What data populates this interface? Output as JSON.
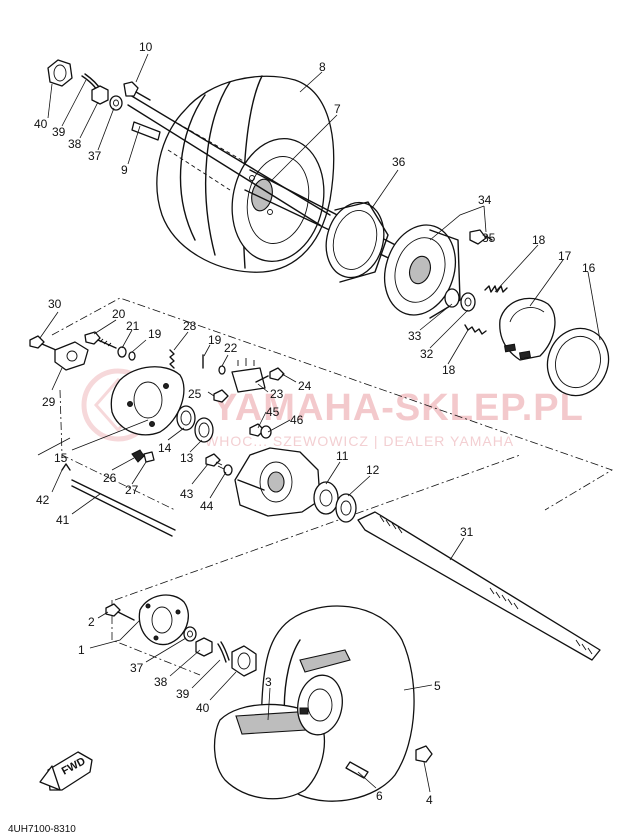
{
  "diagram": {
    "drawing_code": "4UH7100-8310",
    "direction_badge": "FWD",
    "watermark": {
      "brand": "YAMAHA-SKLEP.PL",
      "subtitle": "WHOC... SZEWOWICZ | DEALER YAMAHA"
    },
    "callouts": [
      {
        "id": "c10",
        "label": "10"
      },
      {
        "id": "c8",
        "label": "8"
      },
      {
        "id": "c40a",
        "label": "40"
      },
      {
        "id": "c39a",
        "label": "39"
      },
      {
        "id": "c38a",
        "label": "38"
      },
      {
        "id": "c37a",
        "label": "37"
      },
      {
        "id": "c9",
        "label": "9"
      },
      {
        "id": "c7",
        "label": "7"
      },
      {
        "id": "c36",
        "label": "36"
      },
      {
        "id": "c34",
        "label": "34"
      },
      {
        "id": "c35",
        "label": "35"
      },
      {
        "id": "c18a",
        "label": "18"
      },
      {
        "id": "c17",
        "label": "17"
      },
      {
        "id": "c16",
        "label": "16"
      },
      {
        "id": "c33",
        "label": "33"
      },
      {
        "id": "c32",
        "label": "32"
      },
      {
        "id": "c18b",
        "label": "18"
      },
      {
        "id": "c30",
        "label": "30"
      },
      {
        "id": "c20",
        "label": "20"
      },
      {
        "id": "c21",
        "label": "21"
      },
      {
        "id": "c19a",
        "label": "19"
      },
      {
        "id": "c28",
        "label": "28"
      },
      {
        "id": "c19b",
        "label": "19"
      },
      {
        "id": "c22",
        "label": "22"
      },
      {
        "id": "c29",
        "label": "29"
      },
      {
        "id": "c25",
        "label": "25"
      },
      {
        "id": "c23",
        "label": "23"
      },
      {
        "id": "c24",
        "label": "24"
      },
      {
        "id": "c45",
        "label": "45"
      },
      {
        "id": "c46",
        "label": "46"
      },
      {
        "id": "c15",
        "label": "15"
      },
      {
        "id": "c14",
        "label": "14"
      },
      {
        "id": "c13",
        "label": "13"
      },
      {
        "id": "c26",
        "label": "26"
      },
      {
        "id": "c27",
        "label": "27"
      },
      {
        "id": "c11",
        "label": "11"
      },
      {
        "id": "c12",
        "label": "12"
      },
      {
        "id": "c42",
        "label": "42"
      },
      {
        "id": "c43",
        "label": "43"
      },
      {
        "id": "c44",
        "label": "44"
      },
      {
        "id": "c41",
        "label": "41"
      },
      {
        "id": "c31",
        "label": "31"
      },
      {
        "id": "c2",
        "label": "2"
      },
      {
        "id": "c1",
        "label": "1"
      },
      {
        "id": "c37b",
        "label": "37"
      },
      {
        "id": "c38b",
        "label": "38"
      },
      {
        "id": "c39b",
        "label": "39"
      },
      {
        "id": "c40b",
        "label": "40"
      },
      {
        "id": "c3",
        "label": "3"
      },
      {
        "id": "c5",
        "label": "5"
      },
      {
        "id": "c6",
        "label": "6"
      },
      {
        "id": "c4",
        "label": "4"
      }
    ]
  }
}
